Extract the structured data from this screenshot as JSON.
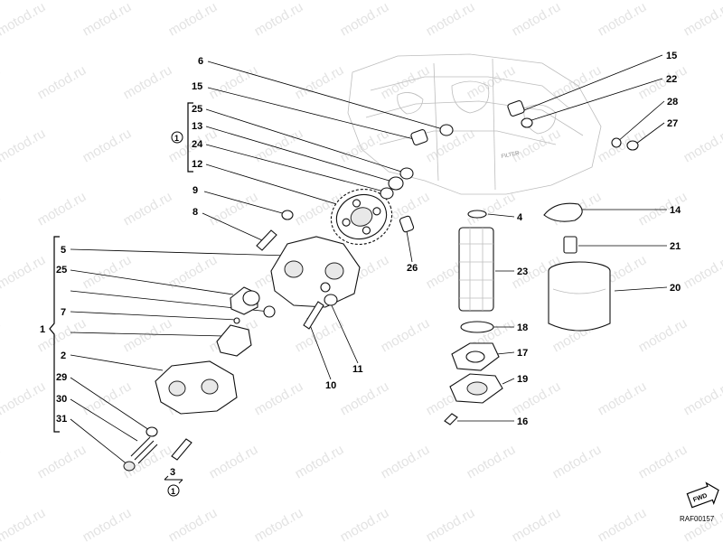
{
  "watermark": "motod.ru",
  "drawing_code": "RAF00157",
  "fwd_label": "FWD",
  "group_note_1": {
    "num": "1",
    "circled": "1"
  },
  "group_note_3": {
    "num": "3",
    "circled": "1"
  },
  "callouts": [
    {
      "id": "c6",
      "text": "6"
    },
    {
      "id": "c15a",
      "text": "15"
    },
    {
      "id": "c25a",
      "text": "25"
    },
    {
      "id": "c13",
      "text": "13"
    },
    {
      "id": "c24",
      "text": "24"
    },
    {
      "id": "c12",
      "text": "12"
    },
    {
      "id": "c9",
      "text": "9"
    },
    {
      "id": "c8",
      "text": "8"
    },
    {
      "id": "c5",
      "text": "5"
    },
    {
      "id": "c25b",
      "text": "25"
    },
    {
      "id": "c7",
      "text": "7"
    },
    {
      "id": "c1",
      "text": "1"
    },
    {
      "id": "c2",
      "text": "2"
    },
    {
      "id": "c29",
      "text": "29"
    },
    {
      "id": "c30",
      "text": "30"
    },
    {
      "id": "c31",
      "text": "31"
    },
    {
      "id": "c10",
      "text": "10"
    },
    {
      "id": "c11",
      "text": "11"
    },
    {
      "id": "c26",
      "text": "26"
    },
    {
      "id": "c15b",
      "text": "15"
    },
    {
      "id": "c22",
      "text": "22"
    },
    {
      "id": "c28",
      "text": "28"
    },
    {
      "id": "c27",
      "text": "27"
    },
    {
      "id": "c4",
      "text": "4"
    },
    {
      "id": "c14",
      "text": "14"
    },
    {
      "id": "c21",
      "text": "21"
    },
    {
      "id": "c23",
      "text": "23"
    },
    {
      "id": "c20",
      "text": "20"
    },
    {
      "id": "c18",
      "text": "18"
    },
    {
      "id": "c17",
      "text": "17"
    },
    {
      "id": "c19",
      "text": "19"
    },
    {
      "id": "c16",
      "text": "16"
    }
  ]
}
